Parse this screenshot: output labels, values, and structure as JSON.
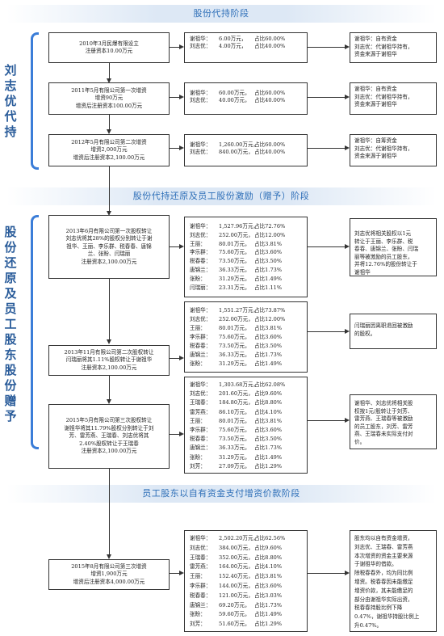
{
  "sections": [
    {
      "title": "股份代持阶段"
    },
    {
      "title": "股份代持还原及员工股份激励（赠予）阶段"
    },
    {
      "title": "员工股东以自有资金支付增资价款阶段"
    }
  ],
  "side_labels": [
    "刘志优代持",
    "股份还原及员工股东股份赠予"
  ],
  "steps": [
    {
      "event": [
        "2010年3月民爆有限设立",
        "注册资本10.00万元"
      ],
      "holders": [
        [
          "谢祖华：",
          "6.00万元，",
          "占比60.00%"
        ],
        [
          "刘志优：",
          "4.00万元，",
          "占比40.00%"
        ]
      ],
      "notes": [
        "谢祖华：自有资金",
        "刘志优：代谢祖华持有，",
        "资金来源于谢祖华"
      ]
    },
    {
      "event": [
        "2011年5月有限公司第一次增资",
        "增资90万元",
        "增资后注册资本100.00万元"
      ],
      "holders": [
        [
          "谢祖华：",
          "60.00万元，",
          "占比60.00%"
        ],
        [
          "刘志优：",
          "40.00万元，",
          "占比40.00%"
        ]
      ],
      "notes": [
        "谢祖华：自有资金",
        "刘志优：代谢祖华持有，",
        "资金来源于谢祖华"
      ]
    },
    {
      "event": [
        "2012年5月有限公司第二次增资",
        "增资2,000万元",
        "增资后注册资本2,100.00万元"
      ],
      "holders": [
        [
          "谢祖华：",
          "1,260.00万元，",
          "占比60.00%"
        ],
        [
          "刘志优：",
          "840.00万元，",
          "占比40.00%"
        ]
      ],
      "notes": [
        "谢祖华：自筹资金",
        "刘志优：代谢祖华持有，",
        "资金来源于谢祖华"
      ]
    },
    {
      "event": [
        "2013年6月有限公司第一次股权转让",
        "刘志优将其28%的股权分别转让于谢",
        "祖华、王丽、李乐群、税春春、唐锦",
        "兰、张盼、闫瑞丽",
        "注册资本2,100.00万元"
      ],
      "holders": [
        [
          "谢祖华：",
          "1,527.96万元，",
          "占比72.76%"
        ],
        [
          "刘志优：",
          "252.00万元，",
          "占比12.00%"
        ],
        [
          "王丽：",
          "80.01万元，",
          "占比3.81%"
        ],
        [
          "李乐群：",
          "75.60万元，",
          "占比3.60%"
        ],
        [
          "税春春：",
          "73.50万元，",
          "占比3.50%"
        ],
        [
          "唐锦兰：",
          "36.33万元，",
          "占比1.73%"
        ],
        [
          "张盼：",
          "31.29万元，",
          "占比1.49%"
        ],
        [
          "闫瑞丽：",
          "23.31万元，",
          "占比1.11%"
        ]
      ],
      "notes": [
        "刘志优将相关股权以1元",
        "转让于王丽、李乐群、税",
        "春春、唐锦兰、张盼、闫瑞",
        "丽等被激励的员工股东，",
        "并将12.76%的股份转让于",
        "谢祖华"
      ]
    },
    {
      "event": [
        "2013年11月有限公司第二次股权转让",
        "闫瑞丽将其1.11%股权转让于谢祖华",
        "注册资本2,100.00万元"
      ],
      "holders": [
        [
          "谢祖华：",
          "1,551.27万元，",
          "占比73.87%"
        ],
        [
          "刘志优：",
          "252.00万元，",
          "占比12.00%"
        ],
        [
          "王丽：",
          "80.01万元，",
          "占比3.81%"
        ],
        [
          "李乐群：",
          "75.60万元，",
          "占比3.60%"
        ],
        [
          "税春春：",
          "73.50万元，",
          "占比3.50%"
        ],
        [
          "唐锦兰：",
          "36.33万元，",
          "占比1.73%"
        ],
        [
          "张盼：",
          "31.29万元，",
          "占比1.49%"
        ]
      ],
      "notes": [
        "闫瑞丽因离职退回被激励",
        "的股权。"
      ]
    },
    {
      "event": [
        "2015年5月有限公司第三次股权转让",
        "谢祖华将其11.79%股权分别转让于刘",
        "芳、雷芳燕、王瑞春、刘志优将其",
        "2.40%股权转让于王瑞春",
        "注册资本2,100.00万元"
      ],
      "holders": [
        [
          "谢祖华：",
          "1,303.68万元，",
          "占比62.08%"
        ],
        [
          "刘志优：",
          "201.60万元，",
          "占比9.60%"
        ],
        [
          "王瑞春：",
          "184.80万元，",
          "占比8.80%"
        ],
        [
          "雷芳燕：",
          "86.10万元，",
          "占比4.10%"
        ],
        [
          "王丽：",
          "80.01万元，",
          "占比3.81%"
        ],
        [
          "李乐群：",
          "75.60万元，",
          "占比3.60%"
        ],
        [
          "税春春：",
          "73.50万元，",
          "占比3.50%"
        ],
        [
          "唐锦兰：",
          "36.33万元，",
          "占比1.73%"
        ],
        [
          "张盼：",
          "31.29万元，",
          "占比1.49%"
        ],
        [
          "刘芳：",
          "27.09万元，",
          "占比1.29%"
        ]
      ],
      "notes": [
        "谢祖华、刘志优将相关股",
        "权按1元/股转让于刘芳、",
        "雷芳燕、王瑞春等被激励",
        "的员工股东，刘芳、雷芳",
        "燕、王瑞春未实际支付对",
        "价。"
      ]
    },
    {
      "event": [
        "2015年8月有限公司第三次增资",
        "增资1,900万元",
        "增资后注册资本4,000.00万元"
      ],
      "holders": [
        [
          "谢祖华：",
          "2,502.20万元，",
          "占比62.56%"
        ],
        [
          "刘志优：",
          "384.00万元，",
          "占比9.60%"
        ],
        [
          "王瑞春：",
          "352.00万元，",
          "占比8.80%"
        ],
        [
          "雷芳燕：",
          "164.00万元，",
          "占比4.10%"
        ],
        [
          "王丽：",
          "152.40万元，",
          "占比3.81%"
        ],
        [
          "李乐群：",
          "144.00万元，",
          "占比3.60%"
        ],
        [
          "税春春：",
          "121.00万元，",
          "占比3.03%"
        ],
        [
          "唐锦兰：",
          "69.20万元，",
          "占比1.73%"
        ],
        [
          "张盼：",
          "59.60万元，",
          "占比1.49%"
        ],
        [
          "刘芳：",
          "51.60万元，",
          "占比1.29%"
        ]
      ],
      "notes": [
        "股东均以自有资金增资，",
        "刘志优、王瑞春、雷芳燕",
        "本次增资的资金主要来源",
        "于谢祖华的借款。",
        "除税春春外，均为同比例",
        "增资。税春春因未能缴足",
        "增资价款，其未能缴足的",
        "部分由谢祖华实际出资，",
        "税春春持股比例下降",
        "0.47%，谢祖华持股比例上",
        "升0.47%。"
      ]
    }
  ]
}
